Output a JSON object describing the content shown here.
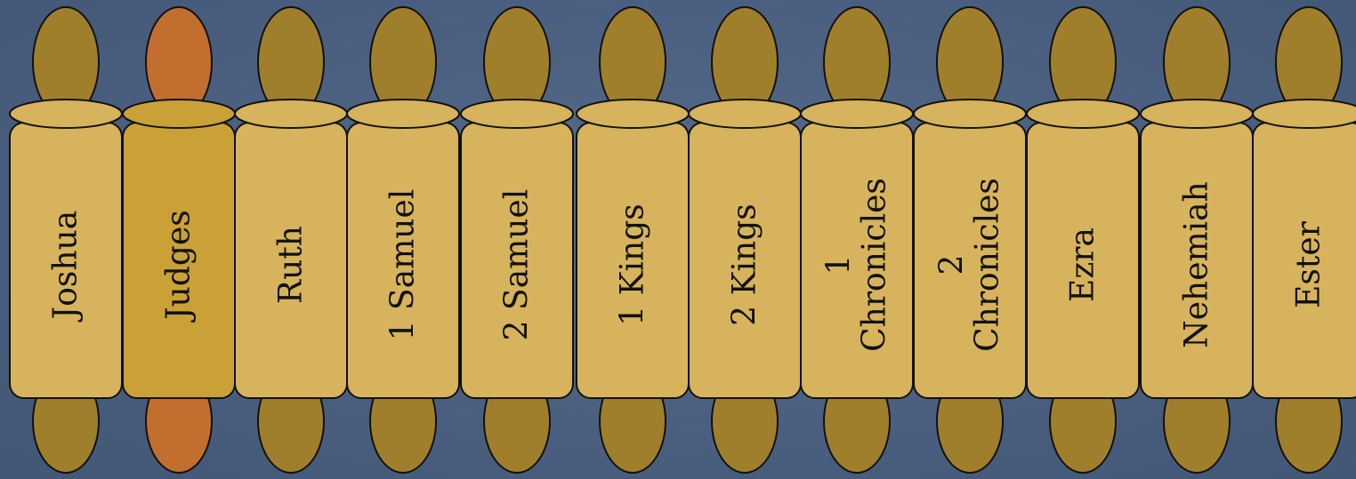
{
  "colors": {
    "background": "#4b6080",
    "handle": "#a07f2c",
    "handle_highlight": "#c26e2f",
    "scroll_body": "#d6b35c",
    "scroll_body_highlight": "#c9a137",
    "outline": "#111111"
  },
  "scrolls": [
    {
      "lines": [
        "Joshua"
      ],
      "highlighted": false
    },
    {
      "lines": [
        "Judges"
      ],
      "highlighted": true
    },
    {
      "lines": [
        "Ruth"
      ],
      "highlighted": false
    },
    {
      "lines": [
        "1 Samuel"
      ],
      "highlighted": false
    },
    {
      "lines": [
        "2 Samuel"
      ],
      "highlighted": false
    },
    {
      "lines": [
        "1 Kings"
      ],
      "highlighted": false
    },
    {
      "lines": [
        "2 Kings"
      ],
      "highlighted": false
    },
    {
      "lines": [
        "1",
        "Chronicles"
      ],
      "highlighted": false
    },
    {
      "lines": [
        "2",
        "Chronicles"
      ],
      "highlighted": false
    },
    {
      "lines": [
        "Ezra"
      ],
      "highlighted": false
    },
    {
      "lines": [
        "Nehemiah"
      ],
      "highlighted": false
    },
    {
      "lines": [
        "Ester"
      ],
      "highlighted": false
    }
  ]
}
